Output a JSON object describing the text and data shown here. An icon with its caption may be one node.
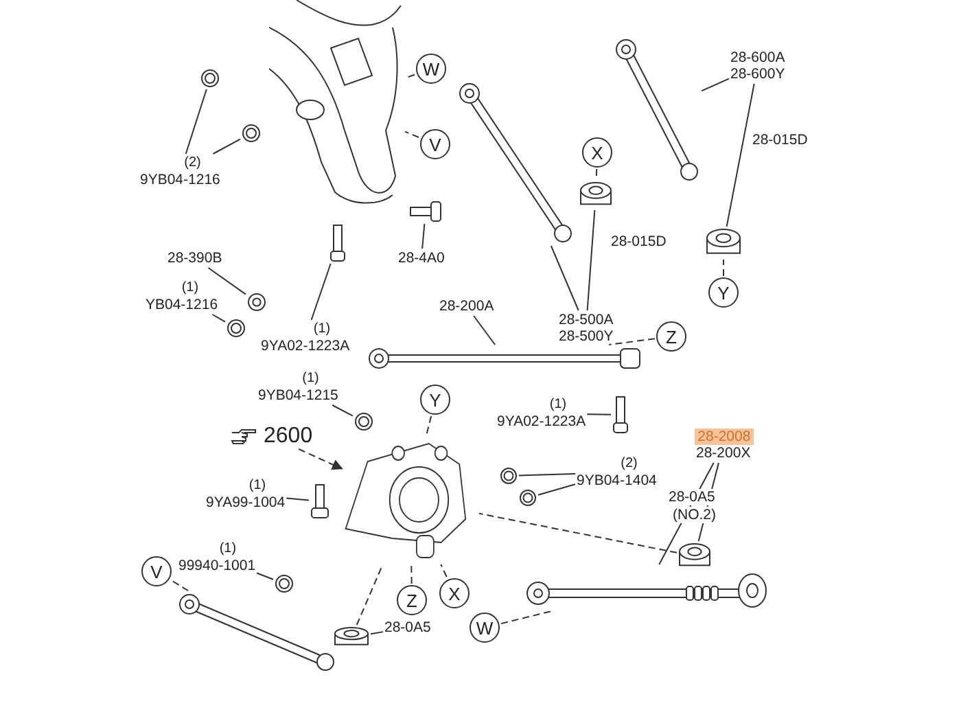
{
  "diagram": {
    "nodes": [
      {
        "text": [],
        "shape": "picture"
      },
      {
        "text": [],
        "shape": "picture"
      },
      {
        "text": [],
        "shape": "picture"
      },
      {
        "text": [
          "W"
        ]
      },
      {
        "text": [],
        "shape": "picture"
      },
      {
        "text": [
          "28-600A",
          "28-600Y"
        ]
      },
      {
        "text": [
          "V"
        ]
      },
      {
        "text": [
          "(2)",
          "9YB04-1216"
        ]
      },
      {
        "text": [],
        "shape": "picture"
      },
      {
        "text": [
          "X"
        ]
      },
      {
        "text": [],
        "shape": "picture"
      },
      {
        "text": [],
        "shape": "picture"
      },
      {
        "text": [],
        "shape": "picture"
      },
      {
        "text": [
          "28-4A0"
        ]
      },
      {
        "text": [
          "28-390B"
        ]
      },
      {
        "text": [],
        "shape": "picture"
      },
      {
        "text": [
          "Y"
        ]
      },
      {
        "text": [
          "(1)",
          "YB04-1216"
        ]
      },
      {
        "text": [],
        "shape": "picture"
      },
      {
        "text": [],
        "shape": "picture"
      },
      {
        "text": [
          "(1)",
          "9YA02-1223A"
        ]
      },
      {
        "text": [
          "28-200A"
        ]
      },
      {
        "text": [
          "28-500A",
          "28-500Y"
        ]
      },
      {
        "text": [
          "Z"
        ]
      },
      {
        "text": [],
        "shape": "picture"
      },
      {
        "text": [
          "(1)",
          "9YB04-1215"
        ]
      },
      {
        "text": [],
        "shape": "picture"
      },
      {
        "text": [
          "(1)",
          "9YA02-1223A"
        ]
      },
      {
        "text": [],
        "shape": "picture"
      },
      {
        "text": [
          "Y"
        ]
      },
      {
        "text": [
          "2600"
        ]
      },
      {
        "text": [
          "28-2008",
          "28-200X"
        ]
      },
      {
        "text": [],
        "shape": "picture"
      },
      {
        "text": [
          "(1)",
          "9YA99-1004"
        ]
      },
      {
        "text": [],
        "shape": "picture"
      },
      {
        "text": [],
        "shape": "picture"
      },
      {
        "text": [],
        "shape": "picture"
      },
      {
        "text": [
          "(2)",
          "9YB04-1404"
        ]
      },
      {
        "text": [
          "(1)",
          "99940-1001"
        ]
      },
      {
        "text": [],
        "shape": "picture"
      },
      {
        "text": [],
        "shape": "picture"
      },
      {
        "text": [],
        "shape": "picture"
      },
      {
        "text": [
          "X"
        ]
      },
      {
        "text": [
          "W"
        ]
      },
      {
        "text": [
          "V"
        ]
      },
      {
        "text": [
          "Z"
        ]
      },
      {
        "text": [],
        "shape": "picture"
      },
      {
        "text": [],
        "shape": "picture"
      },
      {
        "text": [
          "28-0A5"
        ]
      }
    ],
    "edges": [
      {
        "from": 7,
        "to": 1,
        "arrow": "none"
      },
      {
        "from": 7,
        "to": 2,
        "arrow": "none"
      },
      {
        "from": 3,
        "to": 0,
        "arrow": "none",
        "style": "dashed"
      },
      {
        "from": 6,
        "to": 0,
        "arrow": "none",
        "style": "dashed"
      },
      {
        "from": 5,
        "to": 4,
        "arrow": "none"
      },
      {
        "from": 5,
        "to": 11,
        "arrow": "none"
      },
      {
        "from": 9,
        "to": 10,
        "arrow": "none",
        "style": "dashed"
      },
      {
        "from": 16,
        "to": 11,
        "arrow": "none",
        "style": "dashed"
      },
      {
        "from": 13,
        "to": 12,
        "arrow": "none"
      },
      {
        "from": 14,
        "to": 15,
        "arrow": "none"
      },
      {
        "from": 17,
        "to": 18,
        "arrow": "none"
      },
      {
        "from": 20,
        "to": 19,
        "arrow": "none"
      },
      {
        "from": 21,
        "to": 24,
        "arrow": "none"
      },
      {
        "from": 22,
        "to": 8,
        "arrow": "none"
      },
      {
        "from": 22,
        "to": 10,
        "arrow": "none"
      },
      {
        "from": 23,
        "to": 24,
        "arrow": "none",
        "style": "dashed"
      },
      {
        "from": 25,
        "to": 26,
        "arrow": "none"
      },
      {
        "from": 27,
        "to": 28,
        "arrow": "none"
      },
      {
        "from": 29,
        "to": 32,
        "arrow": "none",
        "style": "dashed"
      },
      {
        "from": 30,
        "to": 32,
        "arrow": "to",
        "style": "dashed"
      },
      {
        "from": 31,
        "to": 40,
        "arrow": "none"
      },
      {
        "from": 31,
        "to": 41,
        "arrow": "none"
      },
      {
        "from": 33,
        "to": 34,
        "arrow": "none"
      },
      {
        "from": 37,
        "to": 35,
        "arrow": "none"
      },
      {
        "from": 37,
        "to": 36,
        "arrow": "none"
      },
      {
        "from": 38,
        "to": 39,
        "arrow": "none"
      },
      {
        "from": 42,
        "to": 32,
        "arrow": "none",
        "style": "dashed"
      },
      {
        "from": 43,
        "to": 41,
        "arrow": "none",
        "style": "dashed"
      },
      {
        "from": 44,
        "to": 46,
        "arrow": "none",
        "style": "dashed"
      },
      {
        "from": 45,
        "to": 32,
        "arrow": "none",
        "style": "dashed"
      },
      {
        "from": 48,
        "to": 47,
        "arrow": "none"
      },
      {
        "from": 40,
        "to": 32,
        "arrow": "none",
        "style": "dashed"
      },
      {
        "from": 47,
        "to": 32,
        "arrow": "none",
        "style": "dashed"
      }
    ],
    "labels": [
      "28-015D",
      "28-015D",
      "28-0A5",
      "(NO.2)"
    ]
  }
}
